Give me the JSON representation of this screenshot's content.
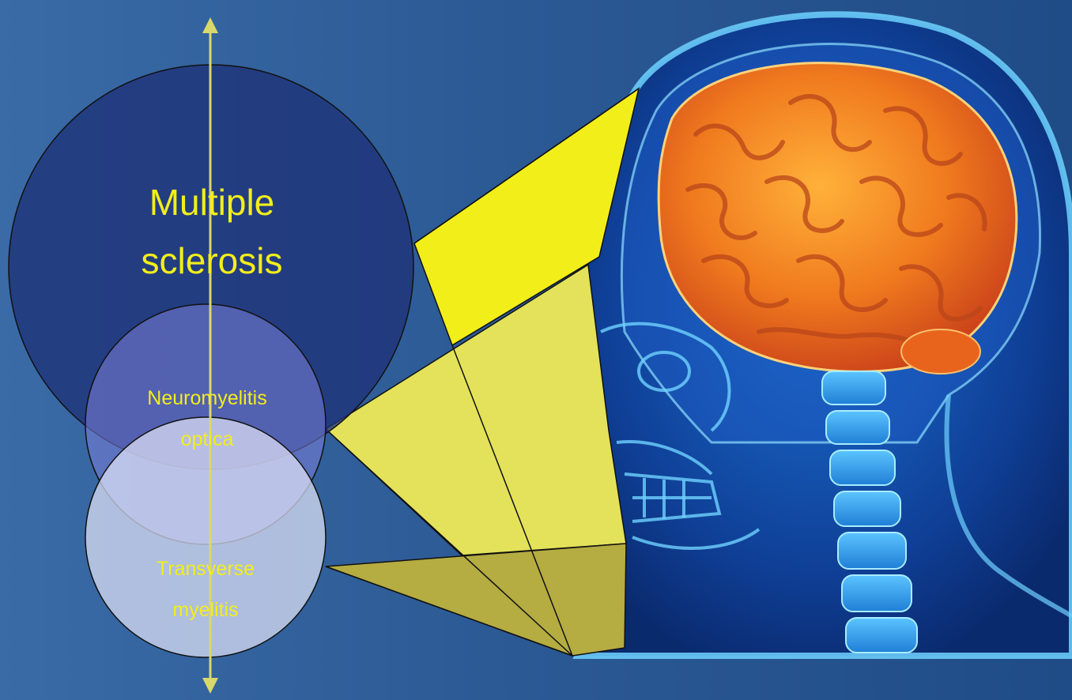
{
  "slide": {
    "background": "#2c5a95",
    "accent_yellow": "#f2ee1a",
    "arrow_color": "#d9d86a"
  },
  "diagram": {
    "circles": [
      {
        "id": "ms",
        "line1": "Multiple",
        "line2": "sclerosis",
        "fill": "#1f3279"
      },
      {
        "id": "nmo",
        "line1": "Neuromyelitis",
        "line2": "optica",
        "fill": "#6a6fd0"
      },
      {
        "id": "tm",
        "line1": "Transverse",
        "line2": "myelitis",
        "fill": "#c9cff0"
      }
    ],
    "arrow": {
      "direction": "bidirectional-vertical"
    },
    "illustration": {
      "subject": "head-xray-brain-spine",
      "brain_color": "#f07a1e",
      "skull_color": "#3aa0e6"
    }
  }
}
